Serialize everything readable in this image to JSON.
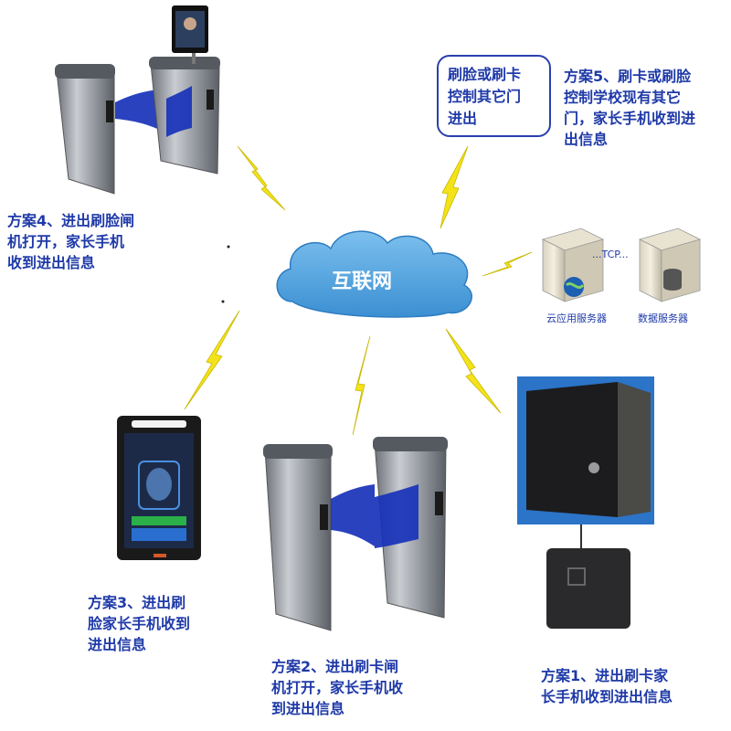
{
  "cloud": {
    "label": "互联网"
  },
  "bubble": {
    "line1": "刷脸或刷卡",
    "line2": "控制其它门",
    "line3": "进出"
  },
  "scheme5": {
    "line1": "方案5、刷卡或刷脸",
    "line2": "控制学校现有其它",
    "line3": "门，家长手机收到进",
    "line4": "出信息"
  },
  "scheme4": {
    "line1": "方案4、进出刷脸闸",
    "line2": "机打开，家长手机",
    "line3": "收到进出信息"
  },
  "scheme3": {
    "line1": "方案3、进出刷",
    "line2": "脸家长手机收到",
    "line3": "进出信息"
  },
  "scheme2": {
    "line1": "方案2、进出刷卡闸",
    "line2": "机打开，家长手机收",
    "line3": "到进出信息"
  },
  "scheme1": {
    "line1": "方案1、进出刷卡家",
    "line2": "长手机收到进出信息"
  },
  "servers": {
    "app_label": "云应用服务器",
    "db_label": "数据服务器",
    "link_label": "...TCP..."
  },
  "colors": {
    "text": "#1f3aa8",
    "lightning": "#f4e21a",
    "cloud": "#5aa8e0",
    "wing": "#1832b8"
  }
}
